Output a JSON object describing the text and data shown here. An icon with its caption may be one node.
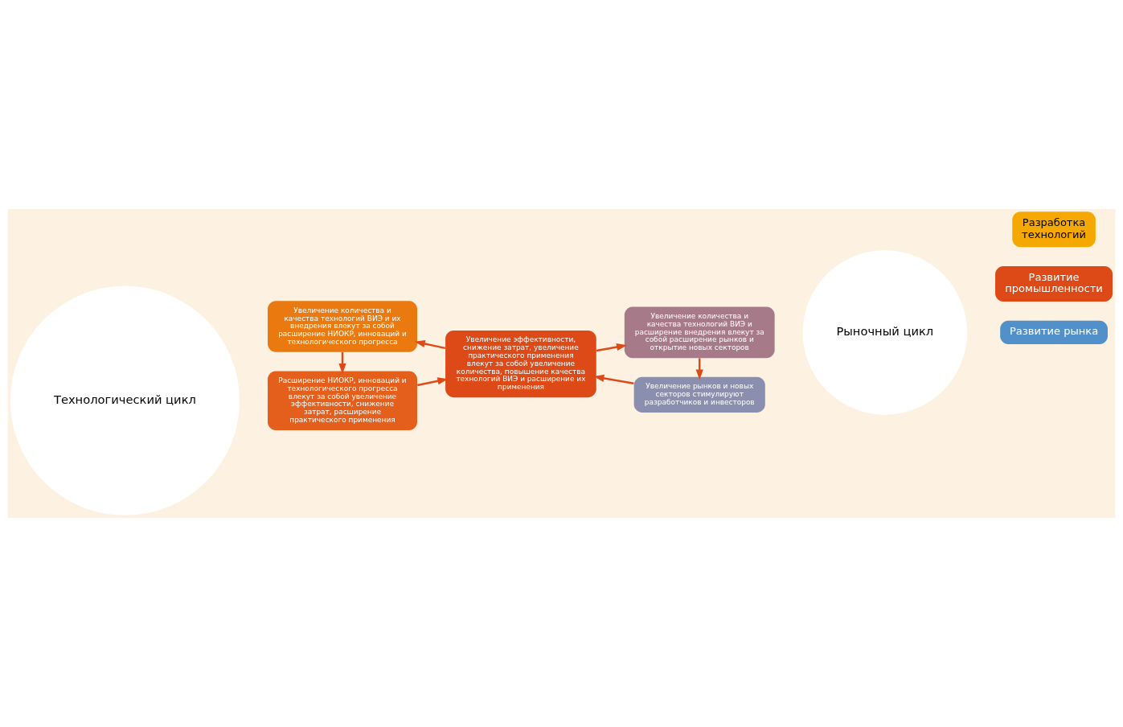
{
  "diagram": {
    "nodes": [
      {
        "text": [
          "Технологический цикл"
        ]
      },
      {
        "text": [
          "Рыночный цикл"
        ]
      },
      {
        "text": [
          "Расширение НИОКР, инноваций и технологического прогресса влекут за собой увеличение эффективности, снижение затрат, расширение практического применения"
        ]
      },
      {
        "text": [
          "Увеличение рынков и новых секторов стимулируют разработчиков и инвесторов"
        ]
      },
      {
        "text": [
          "Увеличение эффективности, снижение затрат, увеличение практического применения влекут за собой увеличение количества, повышение качества технологий ВИЭ и расширение их применения"
        ]
      },
      {
        "text": [
          "Увеличение количества и качества технологий ВИЭ и их внедрения влекут за собой расширение НИОКР, инноваций и технологического прогресса"
        ]
      },
      {
        "text": [
          "Увеличение количества и качества технологий ВИЭ и расширение внедрения влекут за собой расширение рынков и открытие новых секторов"
        ]
      }
    ],
    "edges": [
      {
        "from": 2,
        "to": 4,
        "arrow": "to"
      },
      {
        "from": 4,
        "to": 5,
        "arrow": "to"
      },
      {
        "from": 5,
        "to": 2,
        "arrow": "to"
      },
      {
        "from": 4,
        "to": 6,
        "arrow": "to"
      },
      {
        "from": 6,
        "to": 3,
        "arrow": "to"
      },
      {
        "from": 3,
        "to": 4,
        "arrow": "to"
      }
    ],
    "legend": [
      {
        "text": "Разработка технологий",
        "color": "#f5a800"
      },
      {
        "text": "Развитие промышленности",
        "color": "#dd4a17"
      },
      {
        "text": "Развитие рынка",
        "color": "#5190c8"
      }
    ]
  }
}
